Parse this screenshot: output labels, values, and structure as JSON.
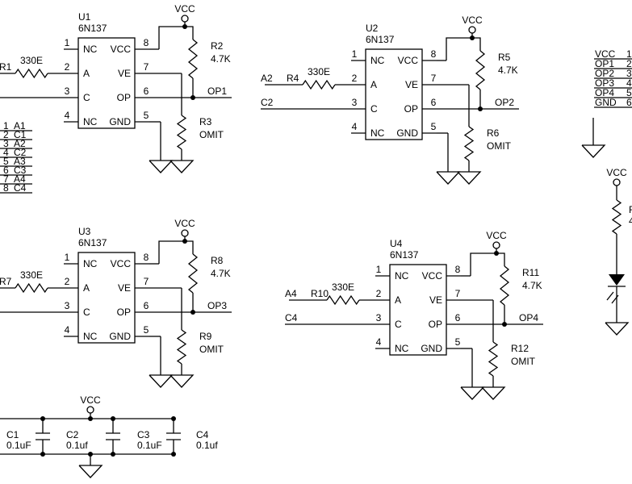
{
  "opto": [
    {
      "ref": "U1",
      "part": "6N137",
      "res_a": "330E",
      "net_a": "",
      "res_a_ref": "R1",
      "net_c": "",
      "pins_left": [
        {
          "num": "1",
          "name": "NC"
        },
        {
          "num": "2",
          "name": "A"
        },
        {
          "num": "3",
          "name": "C"
        },
        {
          "num": "4",
          "name": "NC"
        }
      ],
      "pins_right": [
        {
          "num": "8",
          "name": "VCC"
        },
        {
          "num": "7",
          "name": "VE"
        },
        {
          "num": "6",
          "name": "OP"
        },
        {
          "num": "5",
          "name": "GND"
        }
      ],
      "vcc": "VCC",
      "pullup_ref": "R2",
      "pullup_val": "4.7K",
      "ve_ref": "R3",
      "ve_val": "OMIT",
      "out": "OP1"
    },
    {
      "ref": "U2",
      "part": "6N137",
      "res_a": "330E",
      "net_a": "A2",
      "res_a_ref": "R4",
      "net_c": "C2",
      "pins_left": [
        {
          "num": "1",
          "name": "NC"
        },
        {
          "num": "2",
          "name": "A"
        },
        {
          "num": "3",
          "name": "C"
        },
        {
          "num": "4",
          "name": "NC"
        }
      ],
      "pins_right": [
        {
          "num": "8",
          "name": "VCC"
        },
        {
          "num": "7",
          "name": "VE"
        },
        {
          "num": "6",
          "name": "OP"
        },
        {
          "num": "5",
          "name": "GND"
        }
      ],
      "vcc": "VCC",
      "pullup_ref": "R5",
      "pullup_val": "4.7K",
      "ve_ref": "R6",
      "ve_val": "OMIT",
      "out": "OP2"
    },
    {
      "ref": "U3",
      "part": "6N137",
      "res_a": "330E",
      "net_a": "",
      "res_a_ref": "R7",
      "net_c": "",
      "pins_left": [
        {
          "num": "1",
          "name": "NC"
        },
        {
          "num": "2",
          "name": "A"
        },
        {
          "num": "3",
          "name": "C"
        },
        {
          "num": "4",
          "name": "NC"
        }
      ],
      "pins_right": [
        {
          "num": "8",
          "name": "VCC"
        },
        {
          "num": "7",
          "name": "VE"
        },
        {
          "num": "6",
          "name": "OP"
        },
        {
          "num": "5",
          "name": "GND"
        }
      ],
      "vcc": "VCC",
      "pullup_ref": "R8",
      "pullup_val": "4.7K",
      "ve_ref": "R9",
      "ve_val": "OMIT",
      "out": "OP3"
    },
    {
      "ref": "U4",
      "part": "6N137",
      "res_a": "330E",
      "net_a": "A4",
      "res_a_ref": "R10",
      "net_c": "C4",
      "pins_left": [
        {
          "num": "1",
          "name": "NC"
        },
        {
          "num": "2",
          "name": "A"
        },
        {
          "num": "3",
          "name": "C"
        },
        {
          "num": "4",
          "name": "NC"
        }
      ],
      "pins_right": [
        {
          "num": "8",
          "name": "VCC"
        },
        {
          "num": "7",
          "name": "VE"
        },
        {
          "num": "6",
          "name": "OP"
        },
        {
          "num": "5",
          "name": "GND"
        }
      ],
      "vcc": "VCC",
      "pullup_ref": "R11",
      "pullup_val": "4.7K",
      "ve_ref": "R12",
      "ve_val": "OMIT",
      "out": "OP4"
    }
  ],
  "input_connector": [
    {
      "num": "1",
      "net": "A1"
    },
    {
      "num": "2",
      "net": "C1"
    },
    {
      "num": "3",
      "net": "A2"
    },
    {
      "num": "4",
      "net": "C2"
    },
    {
      "num": "5",
      "net": "A3"
    },
    {
      "num": "6",
      "net": "C3"
    },
    {
      "num": "7",
      "net": "A4"
    },
    {
      "num": "8",
      "net": "C4"
    }
  ],
  "output_connector": [
    {
      "net": "VCC",
      "num": "1"
    },
    {
      "net": "OP1",
      "num": "2"
    },
    {
      "net": "OP2",
      "num": "3"
    },
    {
      "net": "OP3",
      "num": "4"
    },
    {
      "net": "OP4",
      "num": "5"
    },
    {
      "net": "GND",
      "num": "6"
    }
  ],
  "led_circuit": {
    "vcc": "VCC",
    "res_ref": "R",
    "res_val": "4"
  },
  "decoupling": {
    "vcc": "VCC",
    "caps": [
      {
        "ref": "C1",
        "val": "0.1uF"
      },
      {
        "ref": "C2",
        "val": "0.1uf"
      },
      {
        "ref": "C3",
        "val": "0.1uF"
      },
      {
        "ref": "C4",
        "val": "0.1uf"
      }
    ]
  }
}
